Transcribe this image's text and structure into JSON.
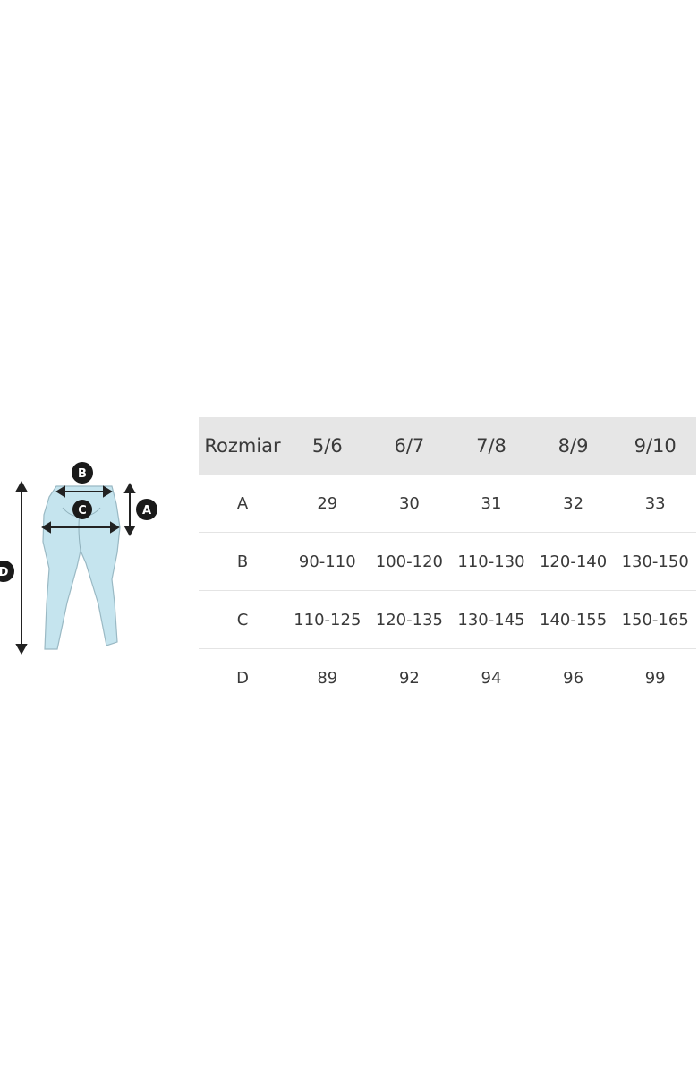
{
  "figure": {
    "garment_color": "#c5e4ee",
    "outline_color": "#9ab9c4",
    "arrow_color": "#222222",
    "markers": [
      "A",
      "B",
      "C",
      "D"
    ]
  },
  "table": {
    "header_background": "#e6e6e6",
    "columns": [
      "Rozmiar",
      "5/6",
      "6/7",
      "7/8",
      "8/9",
      "9/10"
    ],
    "rows": [
      [
        "A",
        "29",
        "30",
        "31",
        "32",
        "33"
      ],
      [
        "B",
        "90-110",
        "100-120",
        "110-130",
        "120-140",
        "130-150"
      ],
      [
        "C",
        "110-125",
        "120-135",
        "130-145",
        "140-155",
        "150-165"
      ],
      [
        "D",
        "89",
        "92",
        "94",
        "96",
        "99"
      ]
    ]
  }
}
